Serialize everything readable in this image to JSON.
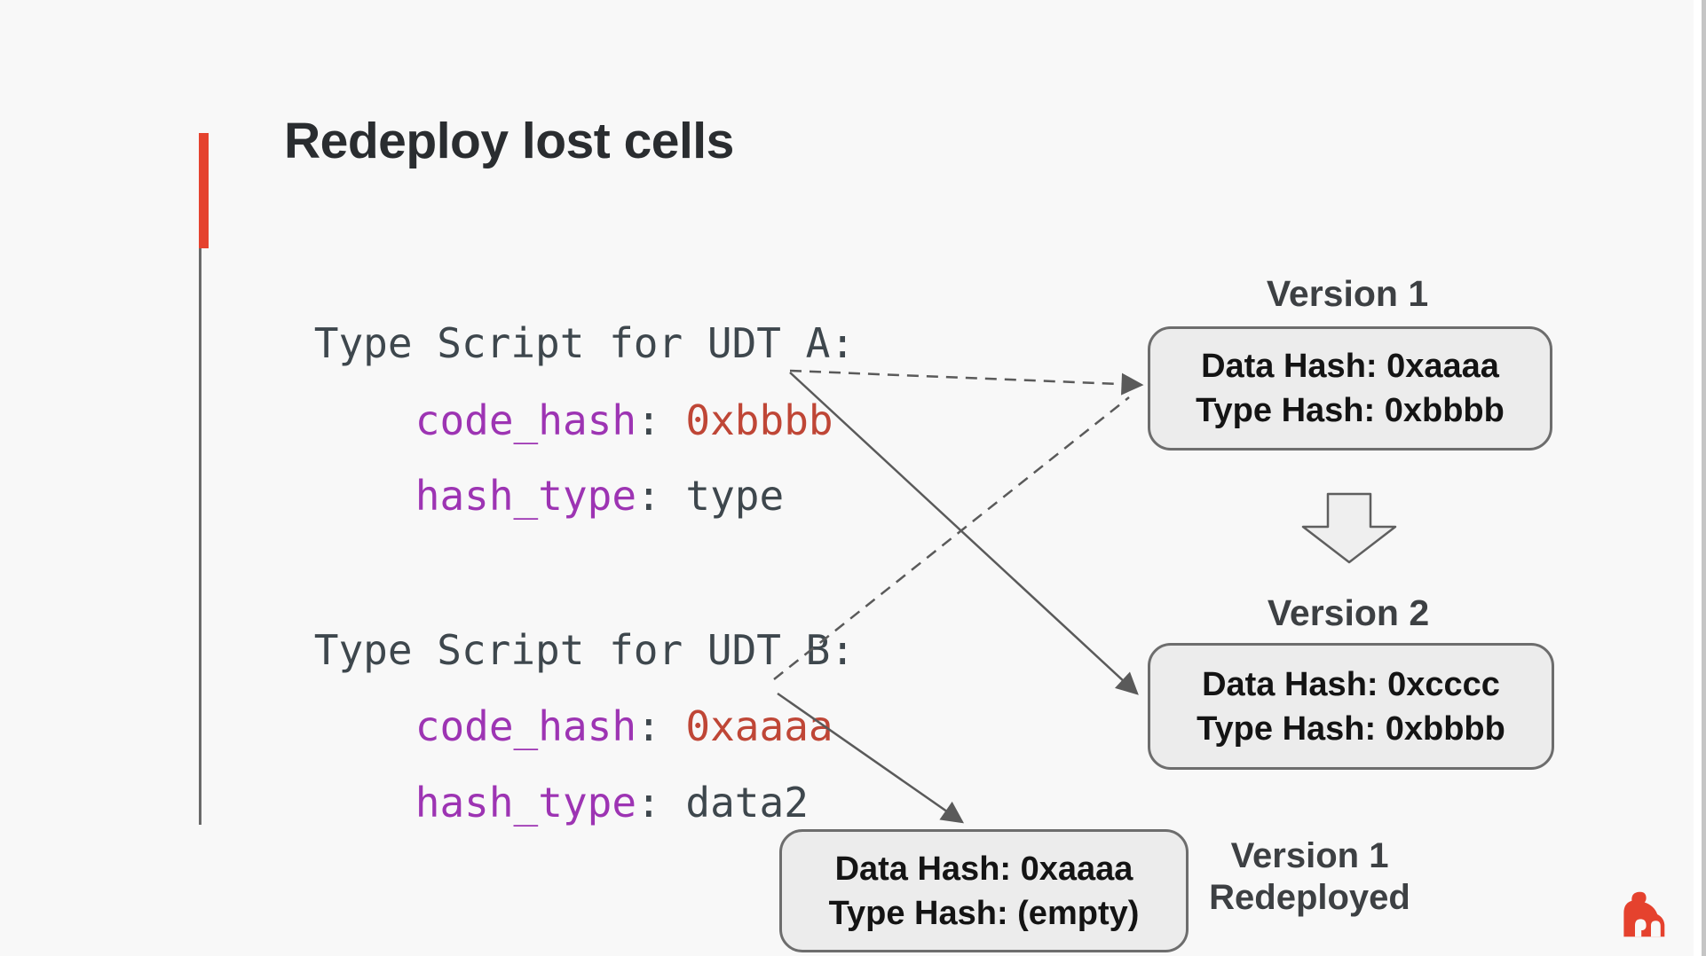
{
  "slide": {
    "title": "Redeploy lost cells"
  },
  "code": {
    "separator": ": ",
    "blocks": [
      {
        "header": "Type Script for UDT A:",
        "lines": [
          {
            "key": "code_hash",
            "value": "0xbbbb",
            "value_type": "hex"
          },
          {
            "key": "hash_type",
            "value": "type",
            "value_type": "plain"
          }
        ]
      },
      {
        "header": "Type Script for UDT B:",
        "lines": [
          {
            "key": "code_hash",
            "value": "0xaaaa",
            "value_type": "hex"
          },
          {
            "key": "hash_type",
            "value": "data2",
            "value_type": "plain"
          }
        ]
      }
    ]
  },
  "diagram": {
    "version1": {
      "label": "Version 1",
      "line1": "Data Hash: 0xaaaa",
      "line2": "Type Hash: 0xbbbb"
    },
    "version2": {
      "label": "Version 2",
      "line1": "Data Hash: 0xcccc",
      "line2": "Type Hash: 0xbbbb"
    },
    "redeployed": {
      "label_line1": "Version 1",
      "label_line2": "Redeployed",
      "line1": "Data Hash: 0xaaaa",
      "line2": "Type Hash: (empty)"
    }
  },
  "colors": {
    "background": "#f8f8f8",
    "accent_red": "#e5422e",
    "code_key_purple": "#9d34b3",
    "code_value_red": "#bf4636",
    "code_plain": "#3e474d",
    "box_fill": "#ececec",
    "box_border": "#6d6d6d",
    "arrow_gray": "#5a5a5a"
  },
  "logo": {
    "name": "gorilla-logo",
    "color": "#e5422e"
  }
}
